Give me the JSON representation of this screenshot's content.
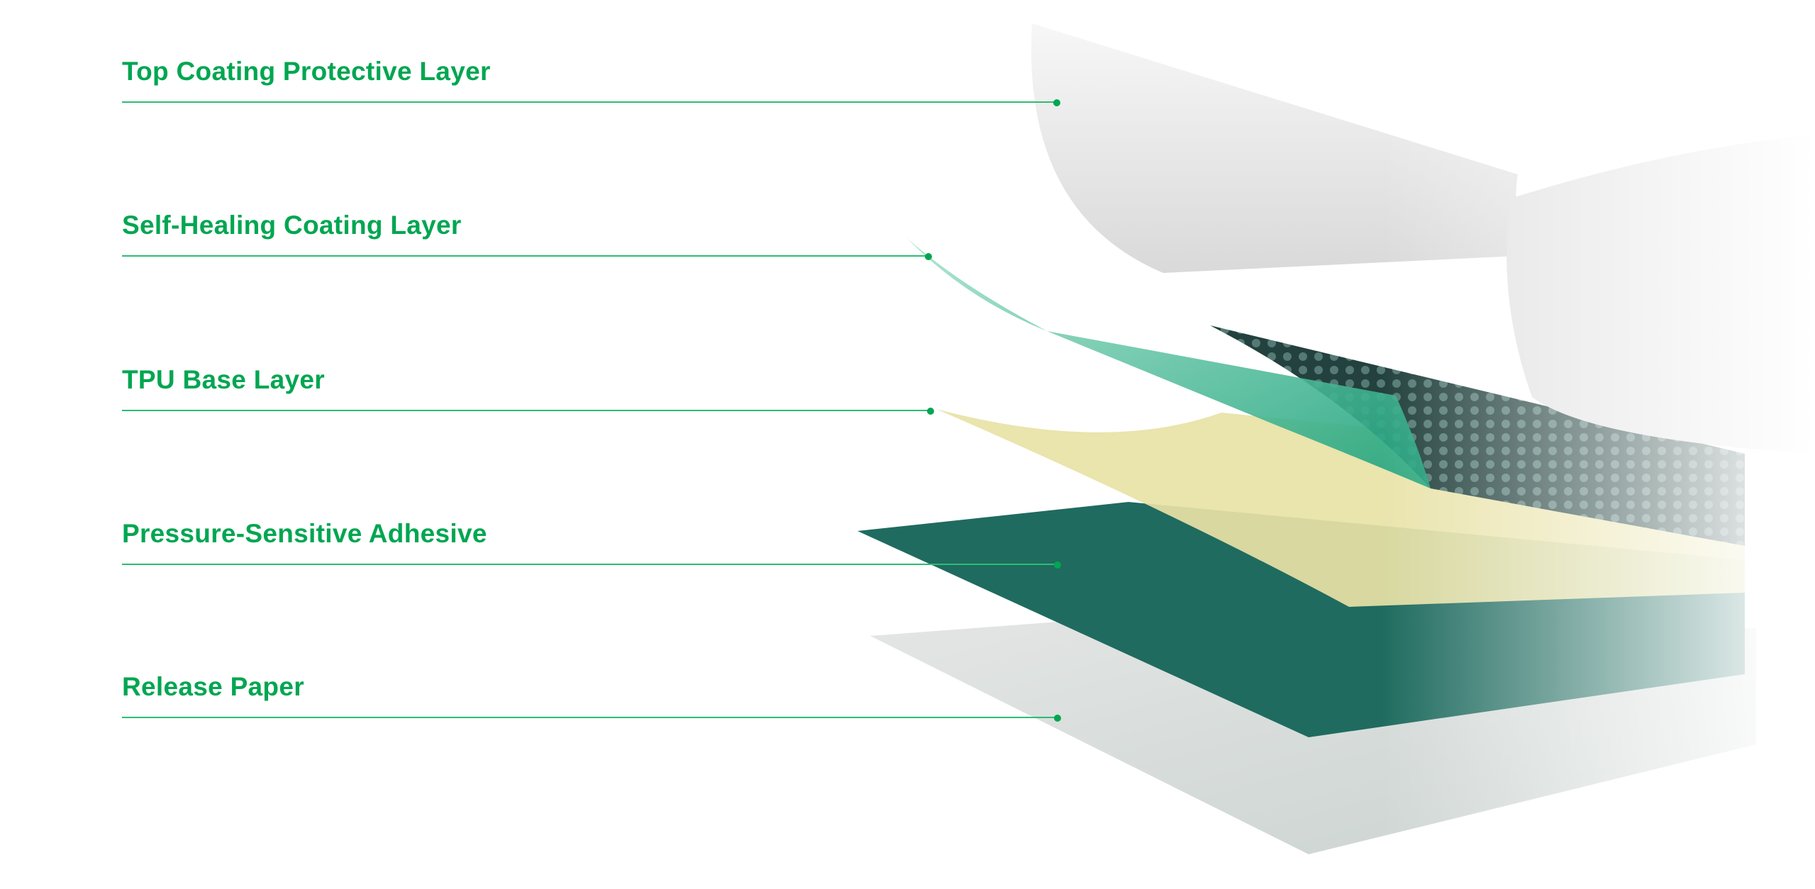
{
  "layers": [
    {
      "label": "Top Coating Protective Layer"
    },
    {
      "label": "Self-Healing Coating Layer"
    },
    {
      "label": "TPU Base Layer"
    },
    {
      "label": "Pressure-Sensitive Adhesive"
    },
    {
      "label": "Release Paper"
    }
  ],
  "colors": {
    "accent": "#00a651",
    "leader_line": "#2bbd73",
    "self_healing": "#3fbf94",
    "tpu": "#e8e2a6",
    "adhesive": "#1f6b5f",
    "release_paper": "#d8dcdb"
  }
}
